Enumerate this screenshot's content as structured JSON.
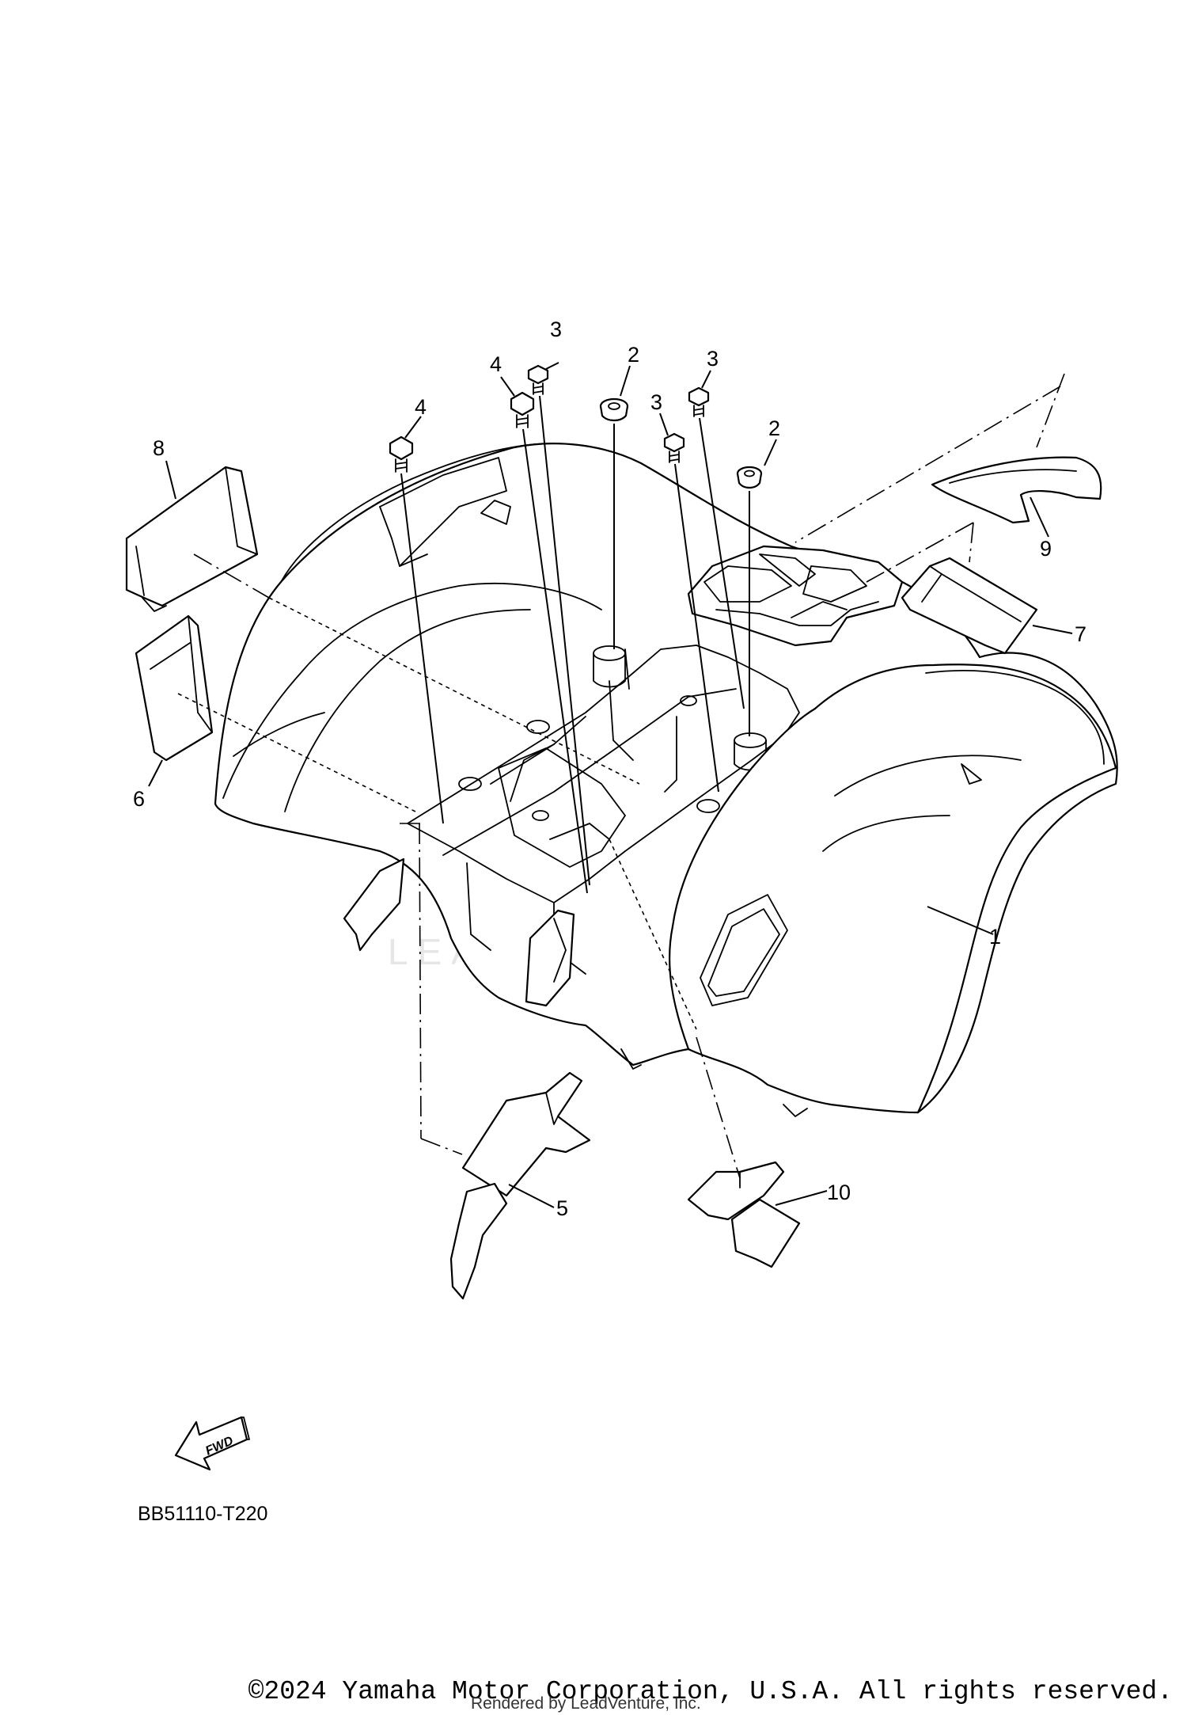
{
  "diagram": {
    "callouts": {
      "c1": "1",
      "c2a": "2",
      "c2b": "2",
      "c3a": "3",
      "c3b": "3",
      "c3c": "3",
      "c4a": "4",
      "c4b": "4",
      "c5": "5",
      "c6": "6",
      "c7": "7",
      "c8": "8",
      "c9": "9",
      "c10": "10"
    },
    "fwd_label": "FWD",
    "drawing_code": "BB51110-T220",
    "watermark": "LEADVENTURE"
  },
  "footer": {
    "copyright": "©2024 Yamaha Motor Corporation, U.S.A. All rights reserved.",
    "rendered_by": "Rendered by LeadVenture, Inc."
  },
  "colors": {
    "line": "#000000",
    "background": "#ffffff",
    "watermark": "#e6e6e6"
  }
}
